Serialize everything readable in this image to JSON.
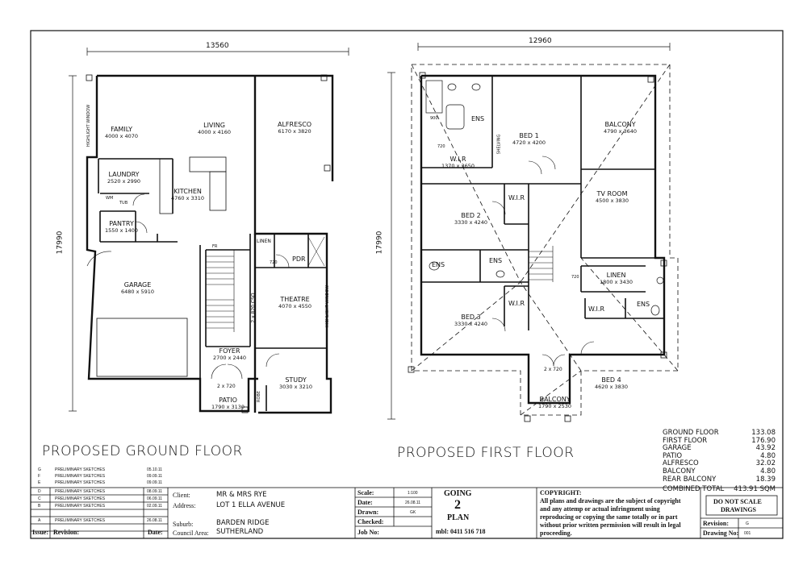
{
  "plans": {
    "ground_title": "PROPOSED GROUND FLOOR",
    "first_title": "PROPOSED FIRST FLOOR",
    "ground_width_dim": "13560",
    "ground_depth_dim": "17990",
    "first_width_dim": "12960",
    "first_depth_dim": "17990",
    "ground_rooms": [
      {
        "name": "FAMILY",
        "dim": "4000 x 4070"
      },
      {
        "name": "LIVING",
        "dim": "4000 x 4160"
      },
      {
        "name": "ALFRESCO",
        "dim": "6170 x 3820"
      },
      {
        "name": "LAUNDRY",
        "dim": "2520 x 2990"
      },
      {
        "name": "KITCHEN",
        "dim": "4760 x 3310"
      },
      {
        "name": "PANTRY",
        "dim": "1550 x 1400"
      },
      {
        "name": "GARAGE",
        "dim": "6480 x 5910"
      },
      {
        "name": "THEATRE",
        "dim": "4070 x 4550"
      },
      {
        "name": "FOYER",
        "dim": "2700 x 2440"
      },
      {
        "name": "STUDY",
        "dim": "3030 x 3210"
      },
      {
        "name": "PATIO",
        "dim": "1790 x 3130"
      },
      {
        "name": "PDR",
        "dim": ""
      },
      {
        "name": "LINEN",
        "dim": ""
      }
    ],
    "ground_misc": {
      "highlight_window_1": "HIGHLIGHT WINDOW",
      "highlight_window_2": "HIGHLIGHT WINDOW",
      "door_720": "720",
      "door_2x720": "2 x 720",
      "cso": "2 x 820 CSO",
      "robe": "ROBE",
      "fridge": "FR",
      "wm": "WM",
      "tub": "TUB"
    },
    "first_rooms": [
      {
        "name": "ENS",
        "dim": ""
      },
      {
        "name": "BED 1",
        "dim": "4720 x 4200"
      },
      {
        "name": "BALCONY",
        "dim": "4790 x 3640"
      },
      {
        "name": "W.I.R",
        "dim": "1370 x 3650"
      },
      {
        "name": "TV ROOM",
        "dim": "4500 x 3830"
      },
      {
        "name": "BED 2",
        "dim": "3330 x 4240"
      },
      {
        "name": "W.I.R",
        "dim": ""
      },
      {
        "name": "ENS",
        "dim": ""
      },
      {
        "name": "ENS",
        "dim": ""
      },
      {
        "name": "LINEN",
        "dim": "1800 x 3430"
      },
      {
        "name": "BED 3",
        "dim": "3330 x 4240"
      },
      {
        "name": "W.I.R",
        "dim": ""
      },
      {
        "name": "W.I.R",
        "dim": ""
      },
      {
        "name": "ENS",
        "dim": ""
      },
      {
        "name": "BED 4",
        "dim": "4620 x 3830"
      },
      {
        "name": "BALCONY",
        "dim": "1790 x 2530"
      }
    ],
    "first_misc": {
      "shelving": "SHELVING",
      "door_900": "900",
      "door_720a": "720",
      "door_720b": "720",
      "door_2x720": "2 x 720"
    }
  },
  "areas": {
    "rows": [
      {
        "label": "GROUND FLOOR",
        "value": "133.08"
      },
      {
        "label": "FIRST FLOOR",
        "value": "176.90"
      },
      {
        "label": "GARAGE",
        "value": "43.92"
      },
      {
        "label": "PATIO",
        "value": "4.80"
      },
      {
        "label": "ALFRESCO",
        "value": "32.02"
      },
      {
        "label": "BALCONY",
        "value": "4.80"
      },
      {
        "label": "REAR BALCONY",
        "value": "18.39"
      },
      {
        "label": "COMBINED TOTAL",
        "value": "413.91 SQM"
      }
    ]
  },
  "title_block": {
    "revisions": [
      {
        "issue": "G",
        "desc": "PRELIMINARY SKETCHES",
        "date": "05.10.11"
      },
      {
        "issue": "F",
        "desc": "PRELIMINARY SKETCHES",
        "date": "09.09.11"
      },
      {
        "issue": "E",
        "desc": "PRELIMINARY SKETCHES",
        "date": "09.09.11"
      },
      {
        "issue": "D",
        "desc": "PRELIMINARY SKETCHES",
        "date": "08.09.11"
      },
      {
        "issue": "C",
        "desc": "PRELIMINARY SKETCHES",
        "date": "06.09.11"
      },
      {
        "issue": "B",
        "desc": "PRELIMINARY SKETCHES",
        "date": "02.09.11"
      },
      {
        "issue": "A",
        "desc": "PRELIMINARY SKETCHES",
        "date": "26.08.11"
      }
    ],
    "issue_header": "Issue:",
    "revision_header": "Revision:",
    "date_header": "Date:",
    "client_label": "Client:",
    "client_value": "MR & MRS RYE",
    "address_label": "Address:",
    "address_value": "LOT 1 ELLA AVENUE",
    "suburb_label": "Suburb:",
    "suburb_value": "BARDEN RIDGE",
    "council_label": "Council Area:",
    "council_value": "SUTHERLAND",
    "scale_label": "Scale:",
    "scale_value": "1:100",
    "date_label": "Date:",
    "date_value": "26.08.11",
    "drawn_label": "Drawn:",
    "drawn_value": "GK",
    "checked_label": "Checked:",
    "checked_value": "",
    "job_label": "Job No:",
    "job_value": "",
    "logo_top": "GOING",
    "logo_num": "2",
    "logo_bottom": "PLAN",
    "mobile": "mbl: 0411 516 718",
    "copyright_title": "COPYRIGHT:",
    "copyright_lines": [
      "All plans and drawings are the subject of copyright",
      "and any attemp or actual infringment using",
      "reproducing or copying the same totally or in part",
      "without prior written permission will result in legal",
      "proceeding."
    ],
    "do_not_scale_1": "DO NOT SCALE",
    "do_not_scale_2": "DRAWINGS",
    "revision_label": "Revision:",
    "revision_value": "G",
    "drawing_no_label": "Drawing No:",
    "drawing_no_value": "001"
  }
}
